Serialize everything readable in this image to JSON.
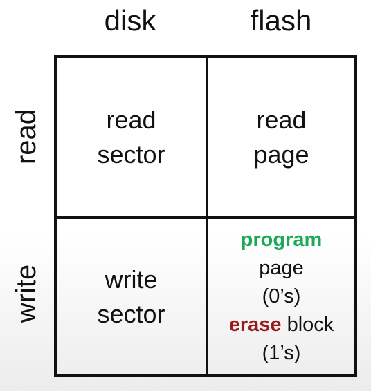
{
  "columns": {
    "disk": "disk",
    "flash": "flash"
  },
  "rows": {
    "read": "read",
    "write": "write"
  },
  "cells": {
    "read_disk": {
      "line1": "read",
      "line2": "sector"
    },
    "read_flash": {
      "line1": "read",
      "line2": "page"
    },
    "write_disk": {
      "line1": "write",
      "line2": "sector"
    },
    "write_flash": {
      "program": "program",
      "page": "page",
      "zeros": "(0’s)",
      "erase": "erase",
      "block": " block",
      "ones": "(1’s)"
    }
  },
  "colors": {
    "program": "#1daa56",
    "erase": "#9a1b1b"
  }
}
